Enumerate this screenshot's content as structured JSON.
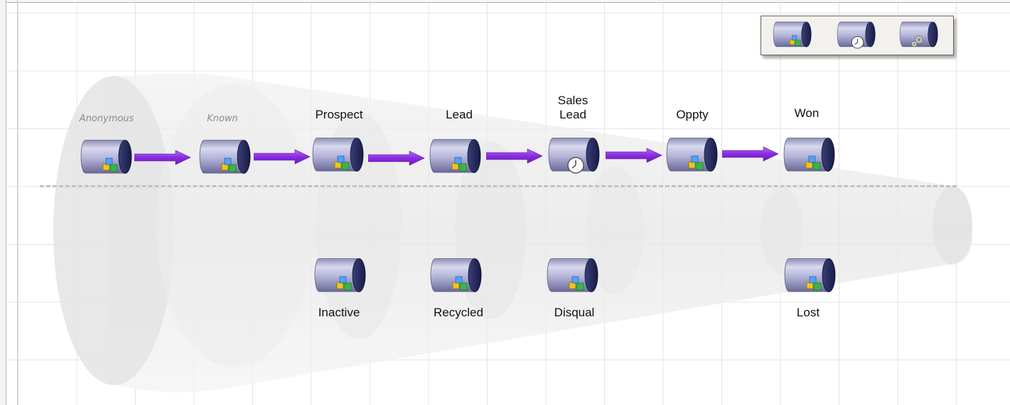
{
  "stages": {
    "anonymous": {
      "label": "Anonymous",
      "icon": "database-blocks-icon"
    },
    "known": {
      "label": "Known",
      "icon": "database-blocks-icon"
    },
    "prospect": {
      "label": "Prospect",
      "icon": "database-blocks-icon"
    },
    "lead": {
      "label": "Lead",
      "icon": "database-blocks-icon"
    },
    "sales_lead": {
      "label": "Sales Lead",
      "icon": "database-clock-icon"
    },
    "oppty": {
      "label": "Oppty",
      "icon": "database-blocks-icon"
    },
    "won": {
      "label": "Won",
      "icon": "database-blocks-icon"
    },
    "inactive": {
      "label": "Inactive",
      "icon": "database-blocks-icon"
    },
    "recycled": {
      "label": "Recycled",
      "icon": "database-blocks-icon"
    },
    "disqual": {
      "label": "Disqual",
      "icon": "database-blocks-icon"
    },
    "lost": {
      "label": "Lost",
      "icon": "database-blocks-icon"
    }
  },
  "palette": {
    "items": [
      "database-blocks-icon",
      "database-clock-icon",
      "database-gears-icon"
    ]
  },
  "colors": {
    "arrow": "#8a2be2",
    "cylinder_body": "#a9a9d6",
    "cylinder_cap": "#222a5e",
    "funnel": "#e8e8e8"
  }
}
